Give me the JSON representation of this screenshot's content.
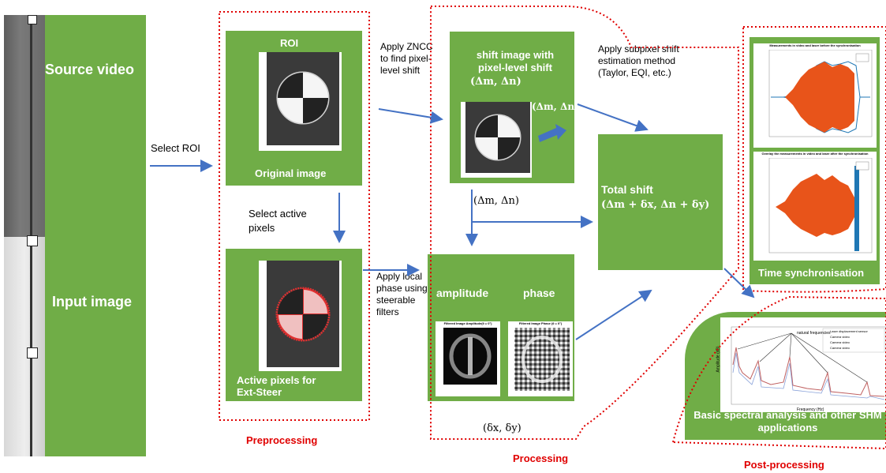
{
  "labels": {
    "source_video": "Source video",
    "input_image": "Input image",
    "select_roi": "Select ROI",
    "roi": "ROI",
    "original_image": "Original image",
    "select_active_pixels": "Select active pixels",
    "active_pixels": "Active pixels for Ext-Steer",
    "apply_zncc": "Apply ZNCC to find pixel-level shift",
    "apply_local_phase": "Apply local phase using steerable filters",
    "shift_image": "shift image with pixel-level shift",
    "shift_math": "(Δm, Δn)",
    "shift_arrow_math": "(Δm, Δn)",
    "dm_dn": "(Δm, Δn)",
    "apply_subpixel": "Apply subpixel shift estimation method (Taylor, EQI, etc.)",
    "total_shift": "Total shift",
    "total_shift_math": "(Δm + δx, Δn + δy)",
    "amplitude": "amplitude",
    "phase": "phase",
    "amplitude_plot_title": "Filtered Image Amplitude(θ = 0°)",
    "phase_plot_title": "Filtered Image Phase (θ = 0°)",
    "dx_dy": "(δx, δy)",
    "time_sync": "Time synchronisation",
    "plot1_title": "Measurements in video and laser before the synchronisation",
    "plot2_title": "Overlay the measurements in video and laser after the synchronisation",
    "spectral": "Basic spectral analysis and other  SHM applications",
    "natural_freq": "natural frequencies",
    "freq_xlabel": "Frequency (Hz)",
    "freq_ylabel": "Amplitude (dB)",
    "legend_laser": "Laser displacement sensor",
    "legend_cam1": "Camera video",
    "legend_cam2": "Camera video",
    "legend_cam3": "Camera video",
    "preprocessing": "Preprocessing",
    "processing": "Processing",
    "post_processing": "Post-processing"
  },
  "colors": {
    "box_green": "#70ad47",
    "arrow_blue": "#4472c4",
    "stage_red": "#e00000",
    "series_blue": "#1f77b4",
    "series_orange": "#e8541a"
  }
}
